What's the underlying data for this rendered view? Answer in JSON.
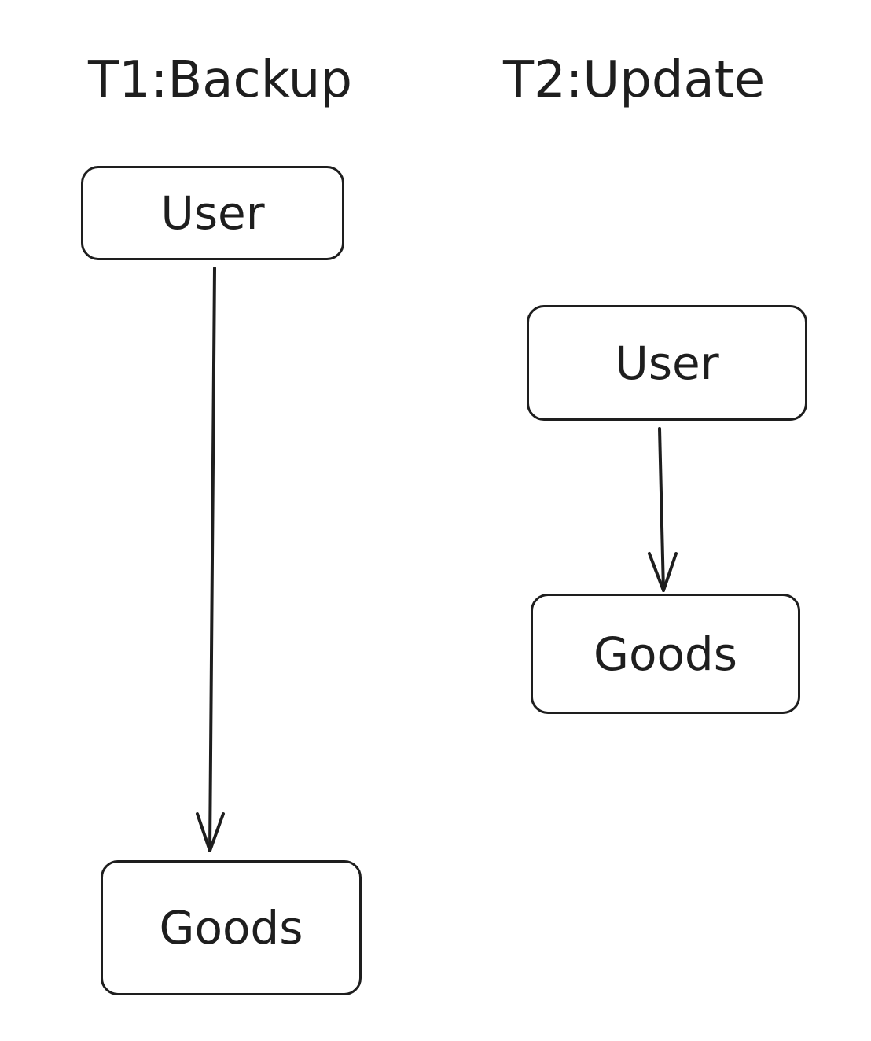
{
  "titles": {
    "t1": "T1:Backup",
    "t2": "T2:Update"
  },
  "nodes": {
    "t1_user": "User",
    "t1_goods": "Goods",
    "t2_user": "User",
    "t2_goods": "Goods"
  },
  "edges": [
    {
      "from": "t1_user",
      "to": "t1_goods"
    },
    {
      "from": "t2_user",
      "to": "t2_goods"
    }
  ],
  "colors": {
    "ink": "#1e1e1e",
    "background": "#ffffff"
  }
}
